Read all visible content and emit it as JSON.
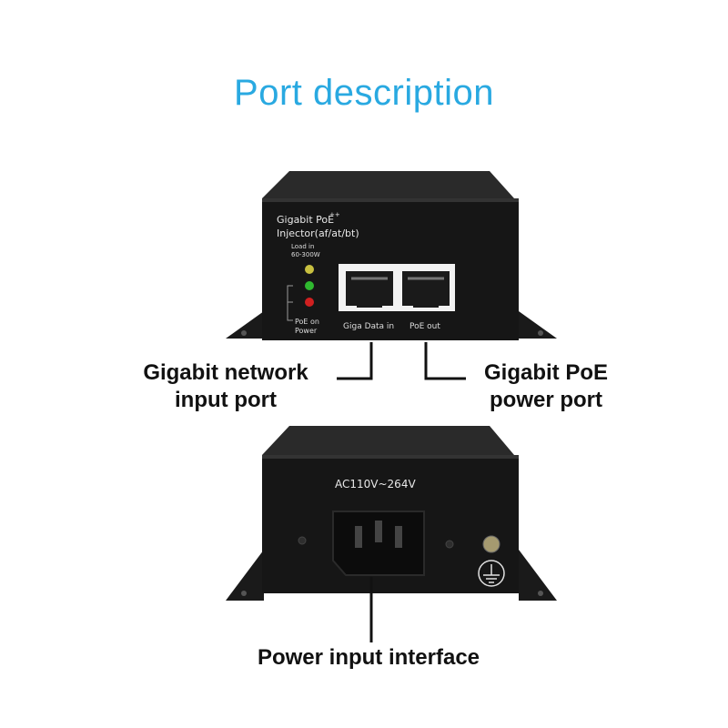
{
  "title": "Port description",
  "front_panel": {
    "model_line1": "Gigabit PoE",
    "model_superscript": "++",
    "model_line2": "Injector(af/at/bt)",
    "load_label_1": "Load in",
    "load_label_2": "60-300W",
    "led_label_1": "PoE on",
    "led_label_2": "Power",
    "port1_label": "Giga Data in",
    "port2_label": "PoE out"
  },
  "rear_panel": {
    "voltage_label": "AC110V~264V"
  },
  "callouts": {
    "network_line1": "Gigabit network",
    "network_line2": "input port",
    "poe_line1": "Gigabit PoE",
    "poe_line2": "power port",
    "power_input": "Power input interface"
  },
  "colors": {
    "title": "#29a9e1",
    "device_body": "#161616",
    "led_yellow": "#c8c040",
    "led_green": "#2fb82f",
    "led_red": "#d02020"
  }
}
